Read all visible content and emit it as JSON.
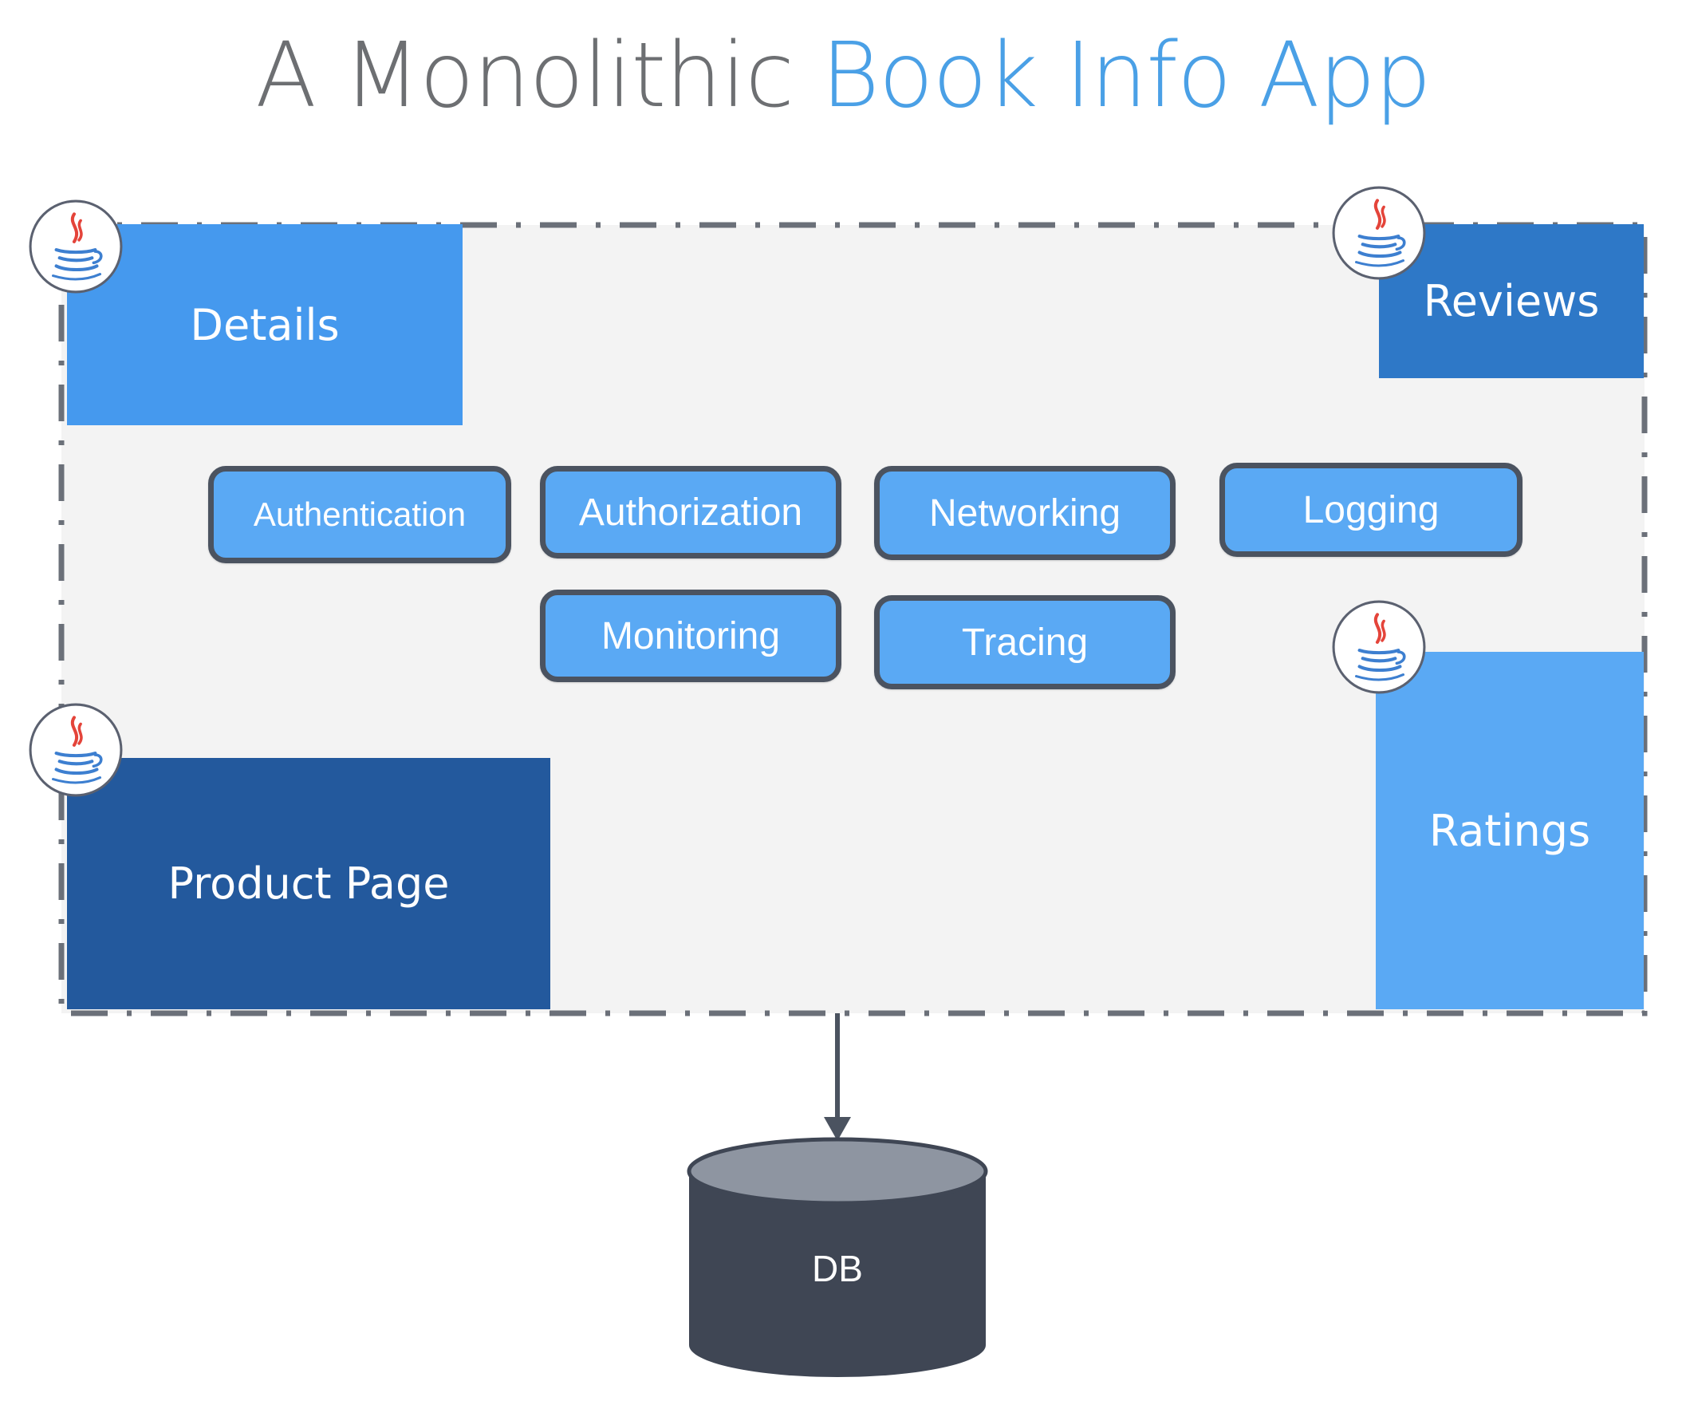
{
  "title": {
    "prefix": "A Monolithic",
    "highlight": "Book Info App",
    "prefix_color": "#6d6f72",
    "highlight_color": "#4aa0e6"
  },
  "services": {
    "details": {
      "label": "Details",
      "color": "#4599ee",
      "icon": "java-icon"
    },
    "reviews": {
      "label": "Reviews",
      "color": "#2e78c7",
      "icon": "java-icon"
    },
    "product_page": {
      "label": "Product Page",
      "color": "#23599d",
      "icon": "java-icon"
    },
    "ratings": {
      "label": "Ratings",
      "color": "#5aa9f4",
      "icon": "java-icon"
    }
  },
  "concerns": {
    "authentication": "Authentication",
    "authorization": "Authorization",
    "networking": "Networking",
    "logging": "Logging",
    "monitoring": "Monitoring",
    "tracing": "Tracing",
    "fill_color": "#5aa9f4",
    "border_color": "#4b5360"
  },
  "database": {
    "label": "DB",
    "body_color": "#3f4654",
    "top_color": "#8e95a1"
  },
  "boundary": {
    "style": "dash-dot",
    "fill_color": "#f3f3f3",
    "stroke_color": "#6b7079"
  }
}
